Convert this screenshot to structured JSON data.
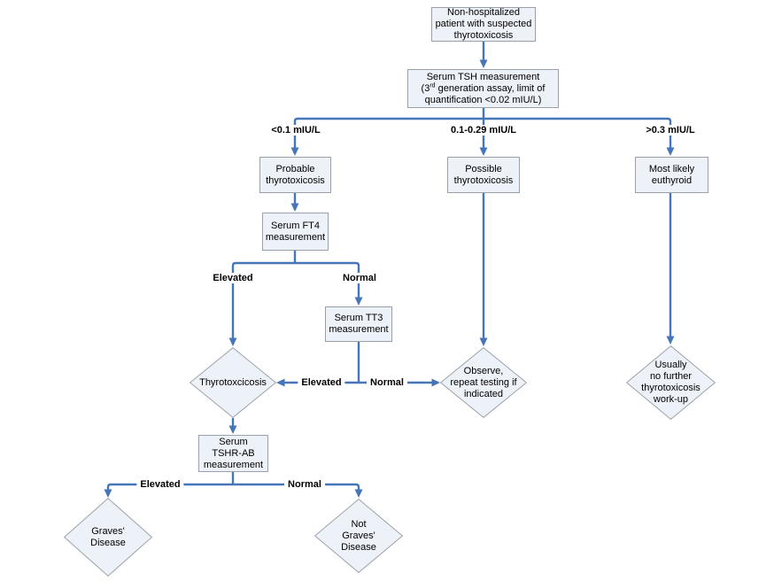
{
  "diagram": {
    "nodes": {
      "start": {
        "text": "Non-hospitalized\npatient with suspected\nthyrotoxicosis"
      },
      "tsh": {
        "line1": "Serum TSH measurement",
        "line2_open": "(3",
        "line2_sup": "rd",
        "line2_rest": " generation assay, limit of",
        "line3": "quantification <0.02 mIU/L)"
      },
      "probable": {
        "text": "Probable\nthyrotoxicosis"
      },
      "possible": {
        "text": "Possible\nthyrotoxicosis"
      },
      "euthyroid": {
        "text": "Most likely\neuthyroid"
      },
      "ft4": {
        "text": "Serum FT4\nmeasurement"
      },
      "tt3": {
        "text": "Serum TT3\nmeasurement"
      },
      "thyrotoxicosis": {
        "text": "Thyrotoxcicosis"
      },
      "observe": {
        "text": "Observe,\nrepeat testing if\nindicated"
      },
      "no_workup": {
        "text": "Usually\nno further\nthyrotoxicosis\nwork-up"
      },
      "tshr_ab": {
        "text": "Serum\nTSHR-AB\nmeasurement"
      },
      "graves": {
        "text": "Graves'\nDisease"
      },
      "not_graves": {
        "text": "Not\nGraves'\nDisease"
      }
    },
    "edge_labels": {
      "tsh_low": "<0.1 mIU/L",
      "tsh_mid": "0.1-0.29 mIU/L",
      "tsh_high": ">0.3 mIU/L",
      "ft4_elevated": "Elevated",
      "ft4_normal": "Normal",
      "tt3_elevated": "Elevated",
      "tt3_normal": "Normal",
      "tshr_elevated": "Elevated",
      "tshr_normal": "Normal"
    },
    "colors": {
      "connector": "#4577b8",
      "node_fill": "#edf1f8",
      "node_border": "#9aa1ab"
    }
  }
}
